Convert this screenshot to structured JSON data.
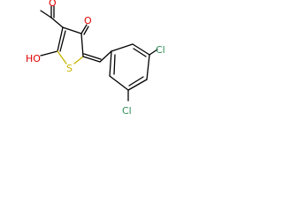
{
  "atoms": {
    "oxygen_ketone": "O",
    "oxygen_acetyl": "O",
    "hydroxyl": "HO",
    "sulfur": "S",
    "chlorine_para": "Cl",
    "chlorine_ortho": "Cl"
  },
  "colors": {
    "bond": "#000000",
    "oxygen": "#e00000",
    "sulfur": "#c8b400",
    "chlorine": "#2e8b57"
  }
}
